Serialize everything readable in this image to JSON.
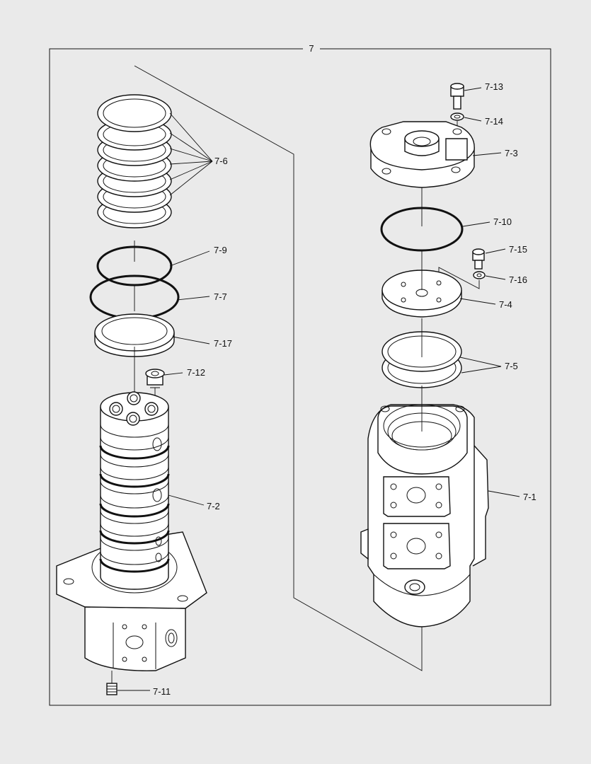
{
  "diagram": {
    "frame_title": "7",
    "labels": [
      {
        "id": "7-6",
        "text": "7-6"
      },
      {
        "id": "7-9",
        "text": "7-9"
      },
      {
        "id": "7-7",
        "text": "7-7"
      },
      {
        "id": "7-17",
        "text": "7-17"
      },
      {
        "id": "7-12",
        "text": "7-12"
      },
      {
        "id": "7-2",
        "text": "7-2"
      },
      {
        "id": "7-11",
        "text": "7-11"
      },
      {
        "id": "7-13",
        "text": "7-13"
      },
      {
        "id": "7-14",
        "text": "7-14"
      },
      {
        "id": "7-3",
        "text": "7-3"
      },
      {
        "id": "7-10",
        "text": "7-10"
      },
      {
        "id": "7-15",
        "text": "7-15"
      },
      {
        "id": "7-16",
        "text": "7-16"
      },
      {
        "id": "7-4",
        "text": "7-4"
      },
      {
        "id": "7-5",
        "text": "7-5"
      },
      {
        "id": "7-1",
        "text": "7-1"
      }
    ]
  }
}
